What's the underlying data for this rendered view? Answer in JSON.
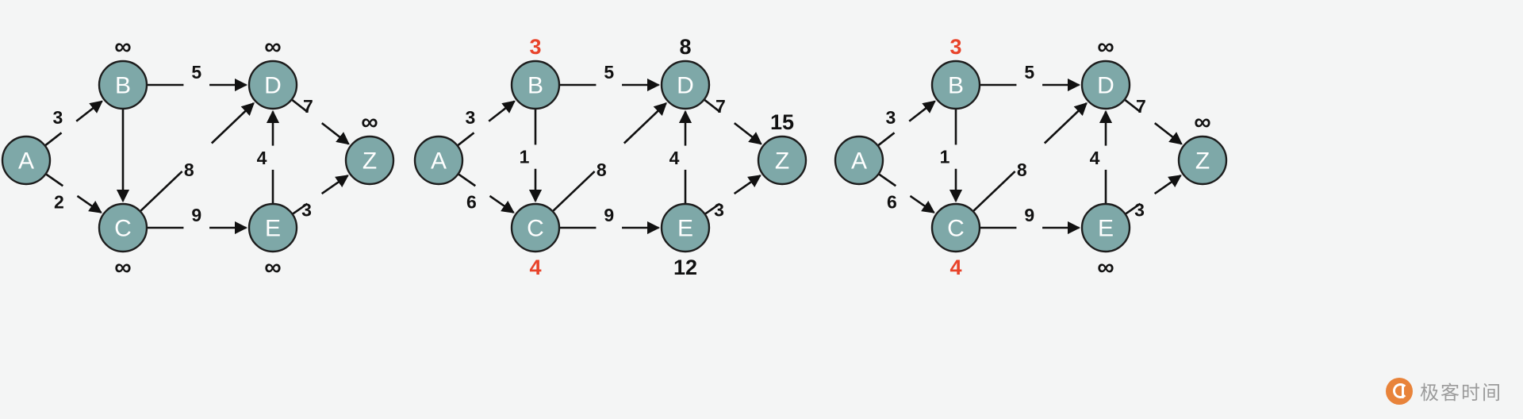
{
  "figure": {
    "title": "",
    "background_color": "#f4f5f5",
    "node_fill": "#7ea8a8",
    "node_stroke": "#1d1d1d",
    "edge_color": "#111111",
    "dist_black": "#111111",
    "dist_red": "#e8432a"
  },
  "watermark": {
    "text": "极客时间",
    "logo_color": "#e8833a",
    "icon": "geekbang-logo-icon"
  },
  "chart_data": {
    "type": "diagram",
    "diagram_kind": "weighted-directed-graph",
    "description": "Three successive states of Dijkstra shortest-path relaxation on the same 6-node directed weighted graph",
    "panels": [
      {
        "index": 0,
        "name": "step-initial",
        "nodes": [
          {
            "id": "A",
            "label": "A",
            "dist": "",
            "dist_color": "none",
            "dist_pos": "none"
          },
          {
            "id": "B",
            "label": "B",
            "dist": "∞",
            "dist_color": "black",
            "dist_pos": "top"
          },
          {
            "id": "C",
            "label": "C",
            "dist": "∞",
            "dist_color": "black",
            "dist_pos": "bottom"
          },
          {
            "id": "D",
            "label": "D",
            "dist": "∞",
            "dist_color": "black",
            "dist_pos": "top"
          },
          {
            "id": "E",
            "label": "E",
            "dist": "∞",
            "dist_color": "black",
            "dist_pos": "bottom"
          },
          {
            "id": "Z",
            "label": "Z",
            "dist": "∞",
            "dist_color": "black",
            "dist_pos": "top"
          }
        ],
        "edges": [
          {
            "from": "A",
            "to": "B",
            "weight": "3"
          },
          {
            "from": "A",
            "to": "C",
            "weight": "2"
          },
          {
            "from": "B",
            "to": "C",
            "weight": ""
          },
          {
            "from": "B",
            "to": "D",
            "weight": "5"
          },
          {
            "from": "C",
            "to": "D",
            "weight": "8"
          },
          {
            "from": "C",
            "to": "E",
            "weight": "9"
          },
          {
            "from": "E",
            "to": "D",
            "weight": "4"
          },
          {
            "from": "D",
            "to": "Z",
            "weight": "7"
          },
          {
            "from": "E",
            "to": "Z",
            "weight": "3"
          }
        ]
      },
      {
        "index": 1,
        "name": "step-relaxed-all",
        "nodes": [
          {
            "id": "A",
            "label": "A",
            "dist": "",
            "dist_color": "none",
            "dist_pos": "none"
          },
          {
            "id": "B",
            "label": "B",
            "dist": "3",
            "dist_color": "red",
            "dist_pos": "top"
          },
          {
            "id": "C",
            "label": "C",
            "dist": "4",
            "dist_color": "red",
            "dist_pos": "bottom"
          },
          {
            "id": "D",
            "label": "D",
            "dist": "8",
            "dist_color": "black",
            "dist_pos": "top"
          },
          {
            "id": "E",
            "label": "E",
            "dist": "12",
            "dist_color": "black",
            "dist_pos": "bottom"
          },
          {
            "id": "Z",
            "label": "Z",
            "dist": "15",
            "dist_color": "black",
            "dist_pos": "top"
          }
        ],
        "edges": [
          {
            "from": "A",
            "to": "B",
            "weight": "3"
          },
          {
            "from": "A",
            "to": "C",
            "weight": "6"
          },
          {
            "from": "B",
            "to": "C",
            "weight": "1"
          },
          {
            "from": "B",
            "to": "D",
            "weight": "5"
          },
          {
            "from": "C",
            "to": "D",
            "weight": "8"
          },
          {
            "from": "C",
            "to": "E",
            "weight": "9"
          },
          {
            "from": "E",
            "to": "D",
            "weight": "4"
          },
          {
            "from": "D",
            "to": "Z",
            "weight": "7"
          },
          {
            "from": "E",
            "to": "Z",
            "weight": "3"
          }
        ]
      },
      {
        "index": 2,
        "name": "step-partial",
        "nodes": [
          {
            "id": "A",
            "label": "A",
            "dist": "",
            "dist_color": "none",
            "dist_pos": "none"
          },
          {
            "id": "B",
            "label": "B",
            "dist": "3",
            "dist_color": "red",
            "dist_pos": "top"
          },
          {
            "id": "C",
            "label": "C",
            "dist": "4",
            "dist_color": "red",
            "dist_pos": "bottom"
          },
          {
            "id": "D",
            "label": "D",
            "dist": "∞",
            "dist_color": "black",
            "dist_pos": "top"
          },
          {
            "id": "E",
            "label": "E",
            "dist": "∞",
            "dist_color": "black",
            "dist_pos": "bottom"
          },
          {
            "id": "Z",
            "label": "Z",
            "dist": "∞",
            "dist_color": "black",
            "dist_pos": "top"
          }
        ],
        "edges": [
          {
            "from": "A",
            "to": "B",
            "weight": "3"
          },
          {
            "from": "A",
            "to": "C",
            "weight": "6"
          },
          {
            "from": "B",
            "to": "C",
            "weight": "1"
          },
          {
            "from": "B",
            "to": "D",
            "weight": "5"
          },
          {
            "from": "C",
            "to": "D",
            "weight": "8"
          },
          {
            "from": "C",
            "to": "E",
            "weight": "9"
          },
          {
            "from": "E",
            "to": "D",
            "weight": "4"
          },
          {
            "from": "D",
            "to": "Z",
            "weight": "7"
          },
          {
            "from": "E",
            "to": "Z",
            "weight": "3"
          }
        ]
      }
    ]
  }
}
